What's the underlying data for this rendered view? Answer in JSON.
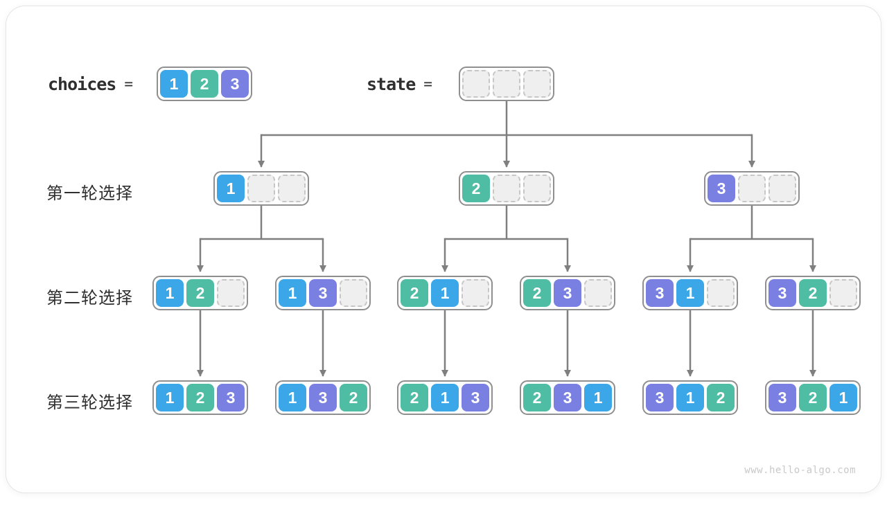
{
  "header": {
    "choices_label": "choices",
    "state_label": "state",
    "equals": "=",
    "choices_cells": [
      1,
      2,
      3
    ],
    "state_cells": [
      null,
      null,
      null
    ]
  },
  "row_labels": [
    "第一轮选择",
    "第二轮选择",
    "第三轮选择"
  ],
  "tree": {
    "level1": [
      [
        1,
        null,
        null
      ],
      [
        2,
        null,
        null
      ],
      [
        3,
        null,
        null
      ]
    ],
    "level2": [
      [
        1,
        2,
        null
      ],
      [
        1,
        3,
        null
      ],
      [
        2,
        1,
        null
      ],
      [
        2,
        3,
        null
      ],
      [
        3,
        1,
        null
      ],
      [
        3,
        2,
        null
      ]
    ],
    "level3": [
      [
        1,
        2,
        3
      ],
      [
        1,
        3,
        2
      ],
      [
        2,
        1,
        3
      ],
      [
        2,
        3,
        1
      ],
      [
        3,
        1,
        2
      ],
      [
        3,
        2,
        1
      ]
    ]
  },
  "colors": {
    "value1": "#3BA7E8",
    "value2": "#4FBCA4",
    "value3": "#7A80E2",
    "connector": "#7F7F7F",
    "node_border": "#8F8F8F",
    "empty_fill": "#EFEFEF",
    "empty_border": "#C6C6C6"
  },
  "watermark": "www.hello-algo.com"
}
